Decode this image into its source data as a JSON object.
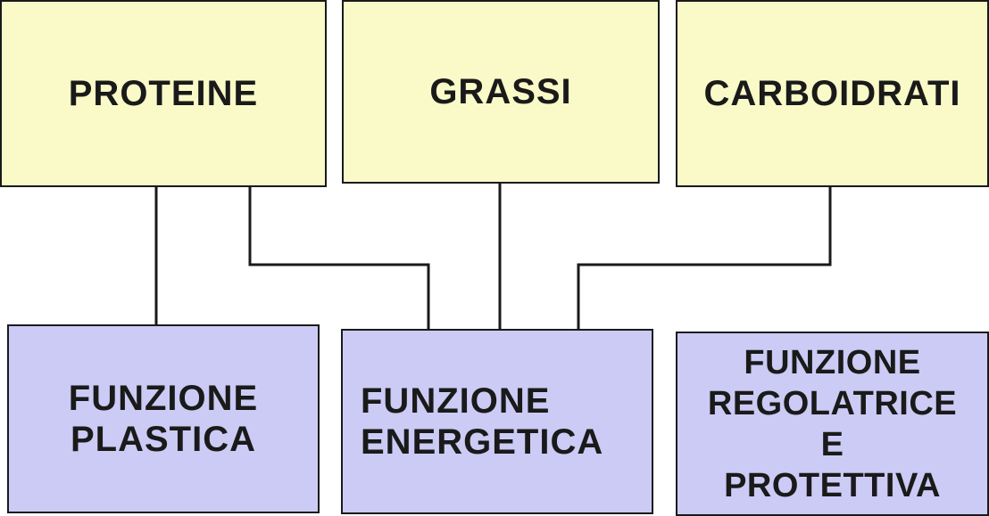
{
  "sources": [
    {
      "id": "proteine",
      "label": "PROTEINE"
    },
    {
      "id": "grassi",
      "label": "GRASSI"
    },
    {
      "id": "carboidrati",
      "label": "CARBOIDRATI"
    }
  ],
  "functions": [
    {
      "id": "plastica",
      "lines": [
        "FUNZIONE",
        "PLASTICA"
      ]
    },
    {
      "id": "energetica",
      "lines": [
        "FUNZIONE",
        "ENERGETICA"
      ]
    },
    {
      "id": "regolatrice",
      "lines": [
        "FUNZIONE",
        "REGOLATRICE",
        "E",
        "PROTETTIVA"
      ]
    }
  ],
  "connections": [
    {
      "from": "proteine",
      "to": "plastica"
    },
    {
      "from": "proteine",
      "to": "energetica"
    },
    {
      "from": "grassi",
      "to": "energetica"
    },
    {
      "from": "carboidrati",
      "to": "energetica"
    }
  ],
  "colors": {
    "source_fill": "#fafac8",
    "function_fill": "#cbcbf5",
    "stroke": "#1a1a1a"
  }
}
